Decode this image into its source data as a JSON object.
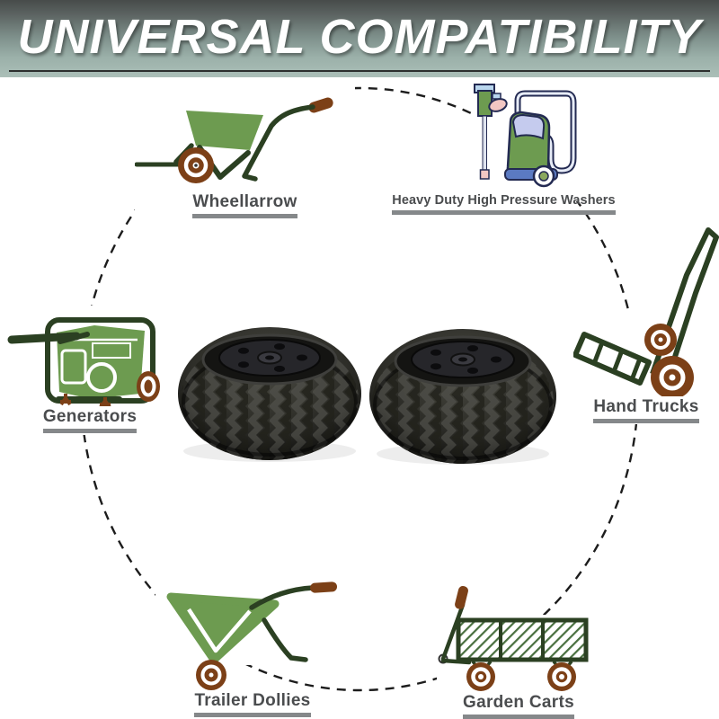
{
  "banner": {
    "title": "UNIVERSAL COMPATIBILITY",
    "text_color": "#ffffff",
    "bg_gradient_top": "#474b4a",
    "bg_gradient_bottom": "#abbfb8",
    "rule_color": "#2c2f2e"
  },
  "items": [
    {
      "id": "wheelbarrow",
      "label": "Wheellarrow",
      "icon": "wheelbarrow-icon"
    },
    {
      "id": "pressure-washer",
      "label": "Heavy Duty High Pressure Washers",
      "icon": "pressure-washer-icon"
    },
    {
      "id": "hand-truck",
      "label": "Hand Trucks",
      "icon": "hand-truck-icon"
    },
    {
      "id": "generator",
      "label": "Generators",
      "icon": "generator-icon"
    },
    {
      "id": "trailer-dolly",
      "label": "Trailer Dollies",
      "icon": "trailer-dolly-icon"
    },
    {
      "id": "garden-cart",
      "label": "Garden Carts",
      "icon": "garden-cart-icon"
    }
  ],
  "center": {
    "content": "two replacement turf tires with black rims",
    "icon": "tires-photo"
  },
  "ring": {
    "style": "dashed-circle",
    "color": "#1c1c1c"
  },
  "colors": {
    "illustration_green": "#6d9b50",
    "illustration_dark_green": "#2b4022",
    "illustration_brown": "#7c4017",
    "washer_navy": "#232a52",
    "washer_lavender": "#c5cbee",
    "washer_blue": "#5b7ac2",
    "washer_pink": "#f2c7c3",
    "label_text": "#4a4c4e",
    "label_underline": "#85888a",
    "tire_black": "#1b1b18"
  }
}
